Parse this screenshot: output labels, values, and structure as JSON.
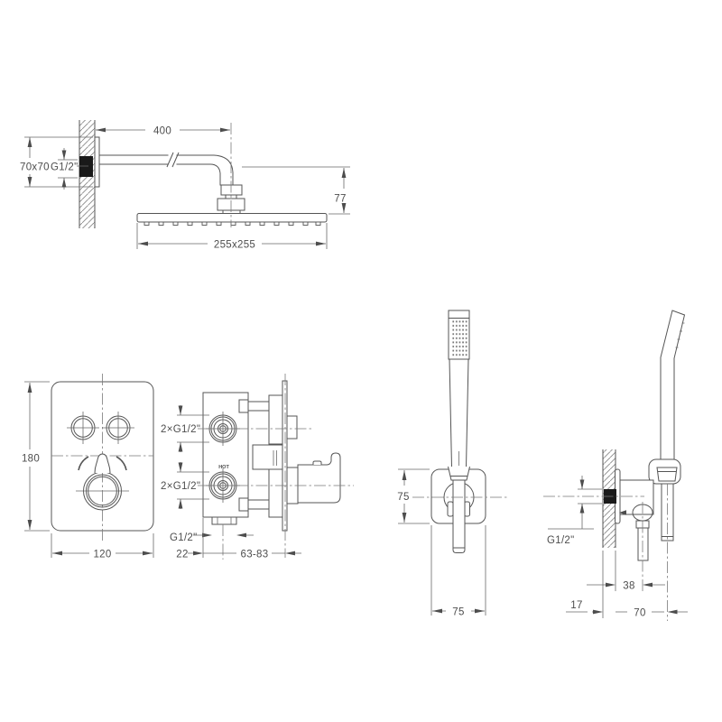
{
  "drawing_title": "shower-system-technical-dimensions",
  "colors": {
    "background": "#ffffff",
    "line": "#555555",
    "centerline": "#7a7a7a",
    "text": "#4d4d4d",
    "thread_block_fill": "#1a1a1a"
  },
  "overhead_shower": {
    "arm_length": "400",
    "flange_size": "70x70",
    "flange_thread": "G1/2\"",
    "drop_height": "77",
    "head_size": "255x255"
  },
  "control_panel": {
    "height": "180",
    "width": "120"
  },
  "mixer_side": {
    "top_ports": "2×G1/2\"",
    "bottom_ports": "2×G1/2\"",
    "hot_marking": "HOT",
    "outlet_thread": "G1/2\"",
    "outlet_offset": "22",
    "mounting_depth": "63-83"
  },
  "handshower_front": {
    "plate_height": "75",
    "plate_width": "75"
  },
  "handshower_side": {
    "supply_thread": "G1/2\"",
    "valve_offset": "38",
    "wall_thickness": "17",
    "hose_offset": "70"
  }
}
